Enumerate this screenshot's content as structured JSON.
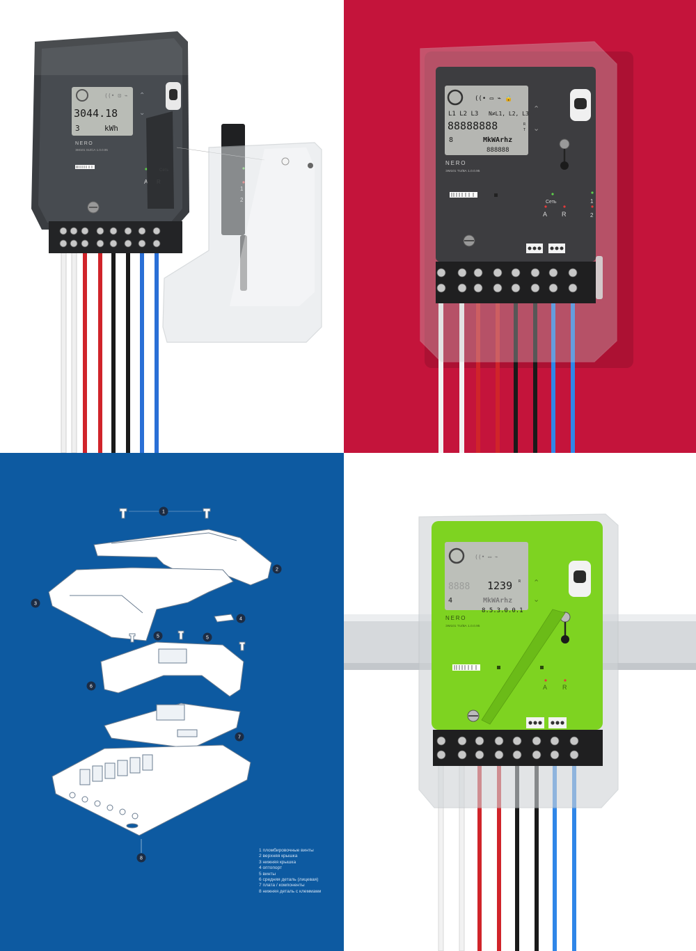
{
  "meter": {
    "brand": "NERO",
    "model_black": "ЭМ101 SU/СА 1.0.0.95",
    "model_red": "ЭМ101 TU/ВА 1.0.0.95",
    "model_green": "ЭМ101 TU/ВА 1.0.0.95",
    "set_label": "Сеть",
    "channel_1": "1",
    "channel_2": "2",
    "active_led": "A",
    "reactive_led": "R"
  },
  "lcd_black": {
    "value": "3044.18",
    "unit": "kWh",
    "tariff": "3"
  },
  "lcd_red": {
    "phases_left": "L1 L2 L3",
    "phases_right": "N≠L1, L2, L3",
    "main": "88888888",
    "unit": "MkWArhz",
    "small": "888888",
    "tariff": "8",
    "suffix_top": "R",
    "suffix_bottom": "T"
  },
  "lcd_green": {
    "value": "1239",
    "suffix": "R",
    "unit": "MkWArhz",
    "small": "8.5.3.0.0.1",
    "tariff": "4"
  },
  "exploded": {
    "callouts": [
      "1",
      "2",
      "3",
      "4",
      "5",
      "5",
      "6",
      "7",
      "8"
    ],
    "legend": [
      "1 пломбировочные винты",
      "2 верхняя крышка",
      "3 нижняя крышка",
      "4 оптопорт",
      "5 винты",
      "6 средняя деталь (лицевая)",
      "7 плата / компоненты",
      "8 нижняя деталь с клеммами"
    ]
  },
  "colors": {
    "red_bg": "#c4143b",
    "blue_bg": "#0d5aa1",
    "meter_green": "#7ed321",
    "wire_red": "#d0242a",
    "wire_blue": "#2a6fd6",
    "wire_black": "#1a1a1a",
    "wire_white": "#f2f2f2"
  }
}
